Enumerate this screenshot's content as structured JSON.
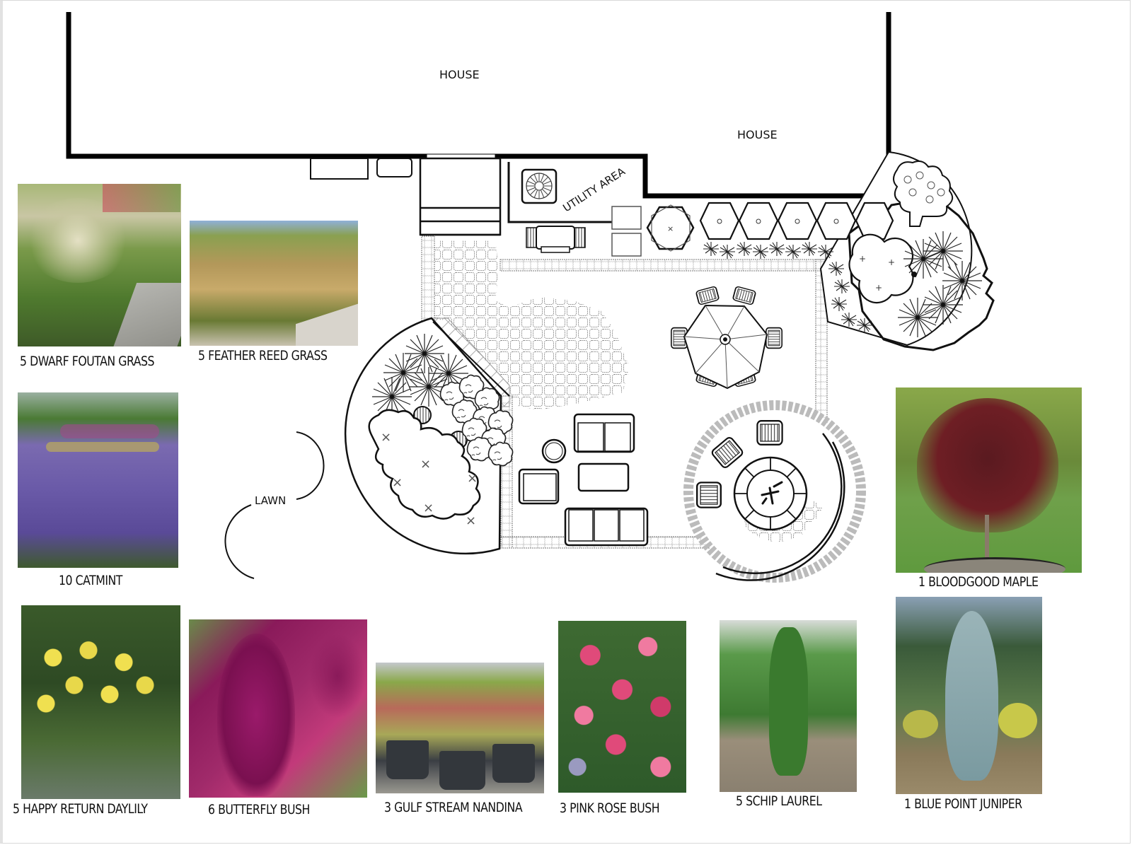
{
  "plan": {
    "house_labels": [
      "HOUSE",
      "HOUSE"
    ],
    "utility_label": "UTILITY AREA",
    "lawn_label": "LAWN"
  },
  "plants": [
    {
      "id": "dwarf-fountain-grass",
      "label": "5 DWARF FOUTAN GRASS",
      "qty": 5,
      "colors": [
        "#5f8a3a",
        "#c9c6a4",
        "#8a9b6a"
      ]
    },
    {
      "id": "feather-reed-grass",
      "label": "5 FEATHER REED GRASS",
      "qty": 5,
      "colors": [
        "#b3985a",
        "#7a8a3e",
        "#8fb0d8"
      ]
    },
    {
      "id": "catmint",
      "label": "10 CATMINT",
      "qty": 10,
      "colors": [
        "#6a5aa8",
        "#3f6a2e",
        "#8a7ac0"
      ]
    },
    {
      "id": "bloodgood-maple",
      "label": "1 BLOODGOOD MAPLE",
      "qty": 1,
      "colors": [
        "#6e1e24",
        "#6fa04a",
        "#3f5a22"
      ]
    },
    {
      "id": "happy-return-daylily",
      "label": "5 HAPPY RETURN DAYLILY",
      "qty": 5,
      "colors": [
        "#e8d84a",
        "#2e4a24",
        "#5c7a3a"
      ]
    },
    {
      "id": "butterfly-bush",
      "label": "6 BUTTERFLY BUSH",
      "qty": 6,
      "colors": [
        "#8a1a5a",
        "#c23a7a",
        "#6a8a4a"
      ]
    },
    {
      "id": "gulf-stream-nandina",
      "label": "3 GULF STREAM NANDINA",
      "qty": 3,
      "colors": [
        "#b86a5a",
        "#8aa84a",
        "#3a3e44"
      ]
    },
    {
      "id": "pink-rose-bush",
      "label": "3 PINK ROSE BUSH",
      "qty": 3,
      "colors": [
        "#e04a7a",
        "#2e5a2a",
        "#f07aa0"
      ]
    },
    {
      "id": "schip-laurel",
      "label": "5 SCHIP LAUREL",
      "qty": 5,
      "colors": [
        "#3e7a32",
        "#9a8e7a",
        "#5a9a4a"
      ]
    },
    {
      "id": "blue-point-juniper",
      "label": "1 BLUE POINT JUNIPER",
      "qty": 1,
      "colors": [
        "#7a9aa0",
        "#8a7a5a",
        "#c8c84a"
      ]
    }
  ]
}
